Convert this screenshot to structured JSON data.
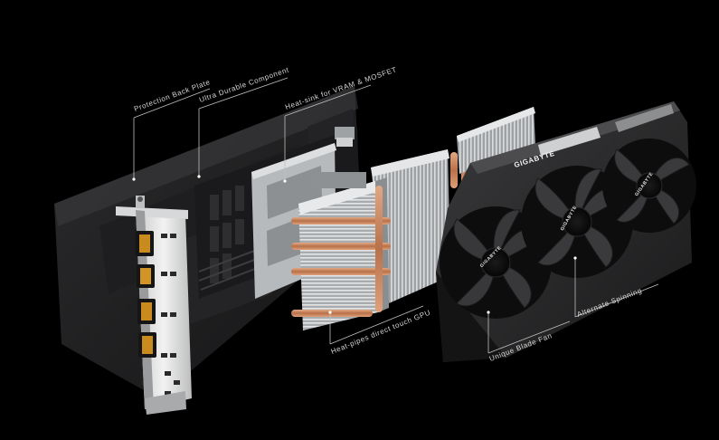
{
  "callouts": {
    "back_plate": "Protection Back Plate",
    "component": "Ultra Durable Component",
    "heatsink_vram": "Heat-sink for VRAM & MOSFET",
    "heatpipes": "Heat-pipes direct touch GPU",
    "fan_blade": "Unique Blade Fan",
    "alternate_spinning": "Alternate Spinning"
  },
  "brand": {
    "shroud_logo": "GIGABYTE",
    "fan_hub_1": "GIGABYTE",
    "fan_hub_2": "GIGABYTE",
    "fan_hub_3": "GIGABYTE"
  },
  "icons": [
    "displayport-icon",
    "hdmi-port-icon",
    "fan-icon"
  ],
  "colors": {
    "background": "#000000",
    "copper": "#c98a5a",
    "aluminum": "#b9bcbf",
    "shroud": "#2a2a2b",
    "callout_line": "#bfbfbf"
  }
}
